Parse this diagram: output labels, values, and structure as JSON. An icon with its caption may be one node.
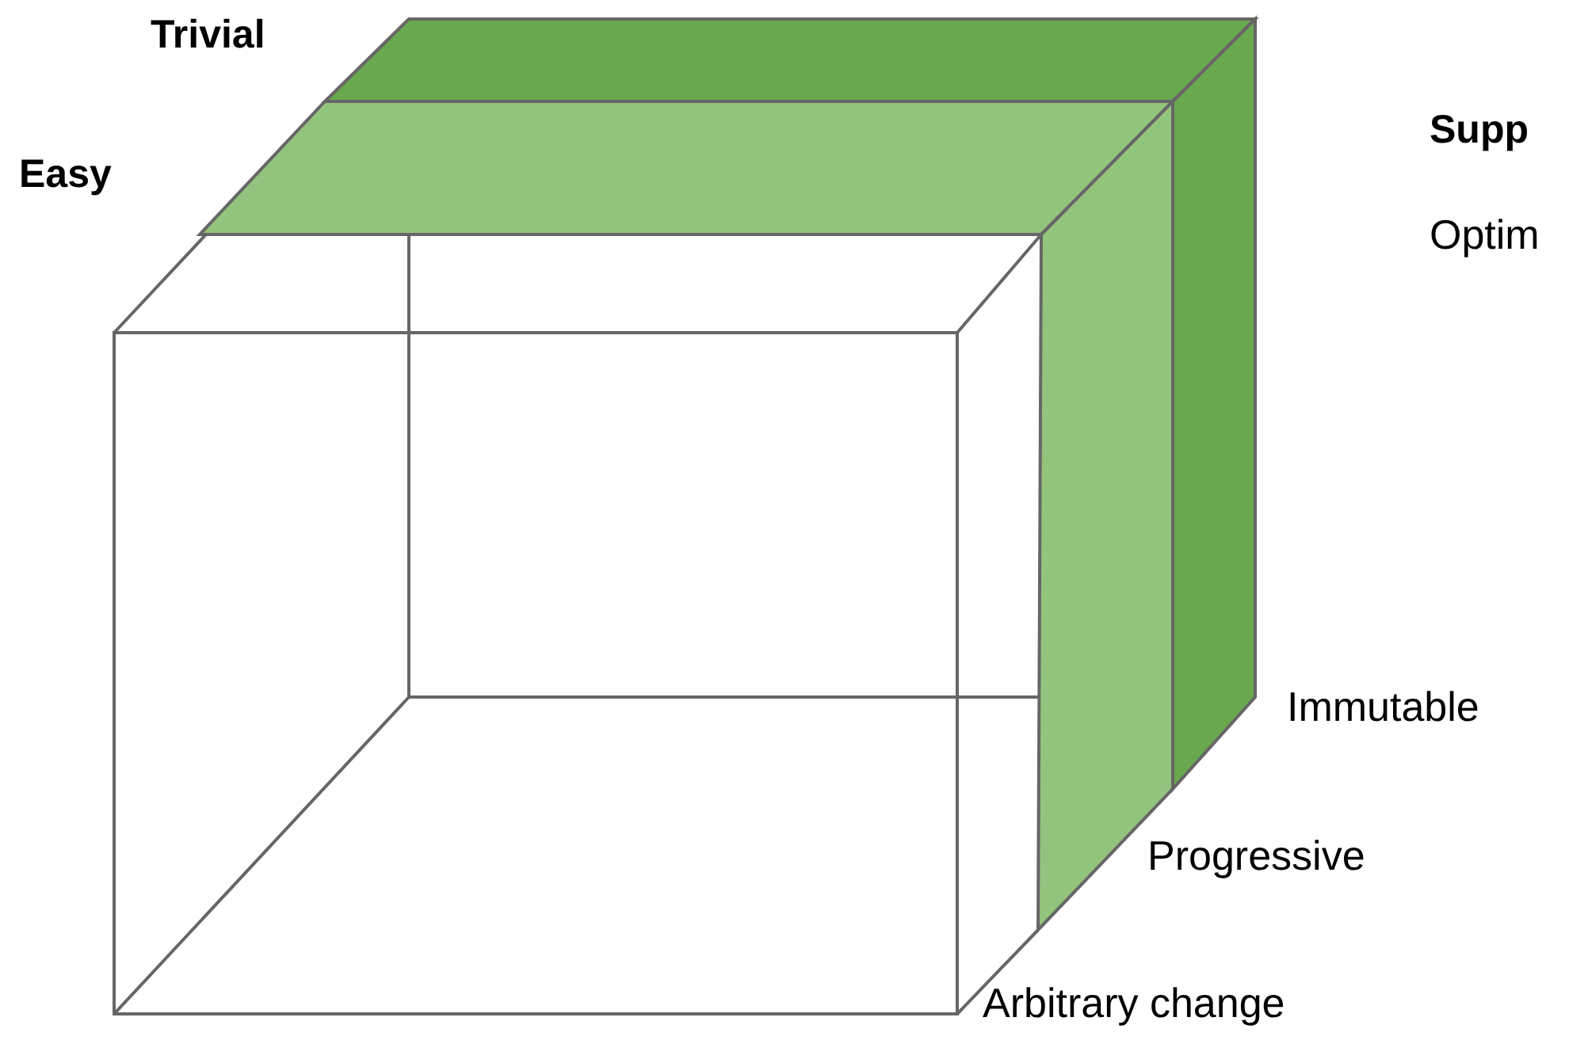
{
  "diagram": {
    "labels": [
      "Trivial",
      "Easy",
      "Supp",
      "Optim",
      "Immutable",
      "Progressive",
      "Arbitrary change"
    ]
  }
}
